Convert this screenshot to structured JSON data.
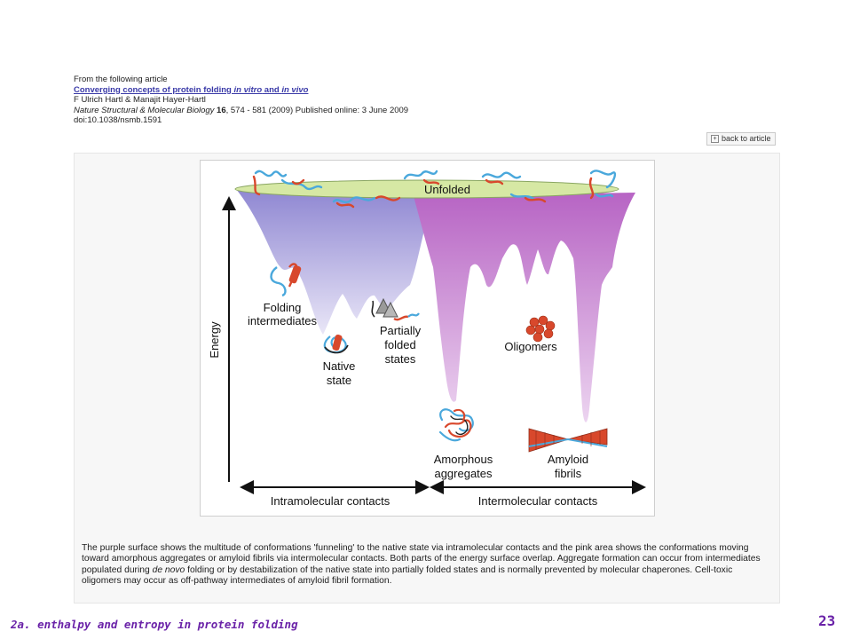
{
  "header": {
    "intro": "From the following article",
    "title_plain": "Converging concepts of protein folding ",
    "title_it1": "in vitro",
    "title_and": " and ",
    "title_it2": "in vivo",
    "authors": "F Ulrich Hartl & Manajit Hayer-Hartl",
    "journal": "Nature Structural & Molecular Biology",
    "volume": "16",
    "pages_info": ", 574 - 581 (2009) Published online: 3 June 2009",
    "doi": "doi:10.1038/nsmb.1591"
  },
  "back_button": {
    "label": "back to article",
    "icon": "plus-box-icon"
  },
  "figure": {
    "labels": {
      "unfolded": "Unfolded",
      "energy": "Energy",
      "folding_1": "Folding",
      "folding_2": "intermediates",
      "native_1": "Native",
      "native_2": "state",
      "partial_1": "Partially",
      "partial_2": "folded",
      "partial_3": "states",
      "oligomers": "Oligomers",
      "amorphous_1": "Amorphous",
      "amorphous_2": "aggregates",
      "amyloid_1": "Amyloid",
      "amyloid_2": "fibrils",
      "intra": "Intramolecular contacts",
      "inter": "Intermolecular contacts"
    },
    "colors": {
      "purple_surface": "#9e96d6",
      "pink_surface": "#b86bc4",
      "ellipse": "#d6e8a4",
      "protein_red": "#d8482c",
      "protein_blue": "#4aa8dc"
    }
  },
  "caption": {
    "p1": "The purple surface shows the multitude of conformations 'funneling' to the native state via intramolecular contacts and the pink area shows the conformations moving toward amorphous aggregates or amyloid fibrils via intermolecular contacts. Both parts of the energy surface overlap. Aggregate formation can occur from intermediates populated during ",
    "it": "de novo",
    "p2": " folding or by destabilization of the native state into partially folded states and is normally prevented by molecular chaperones. Cell-toxic oligomers may occur as off-pathway intermediates of amyloid fibril formation."
  },
  "footer": {
    "slide_title": "2a. enthalpy and entropy in protein folding",
    "page_number": "23"
  }
}
